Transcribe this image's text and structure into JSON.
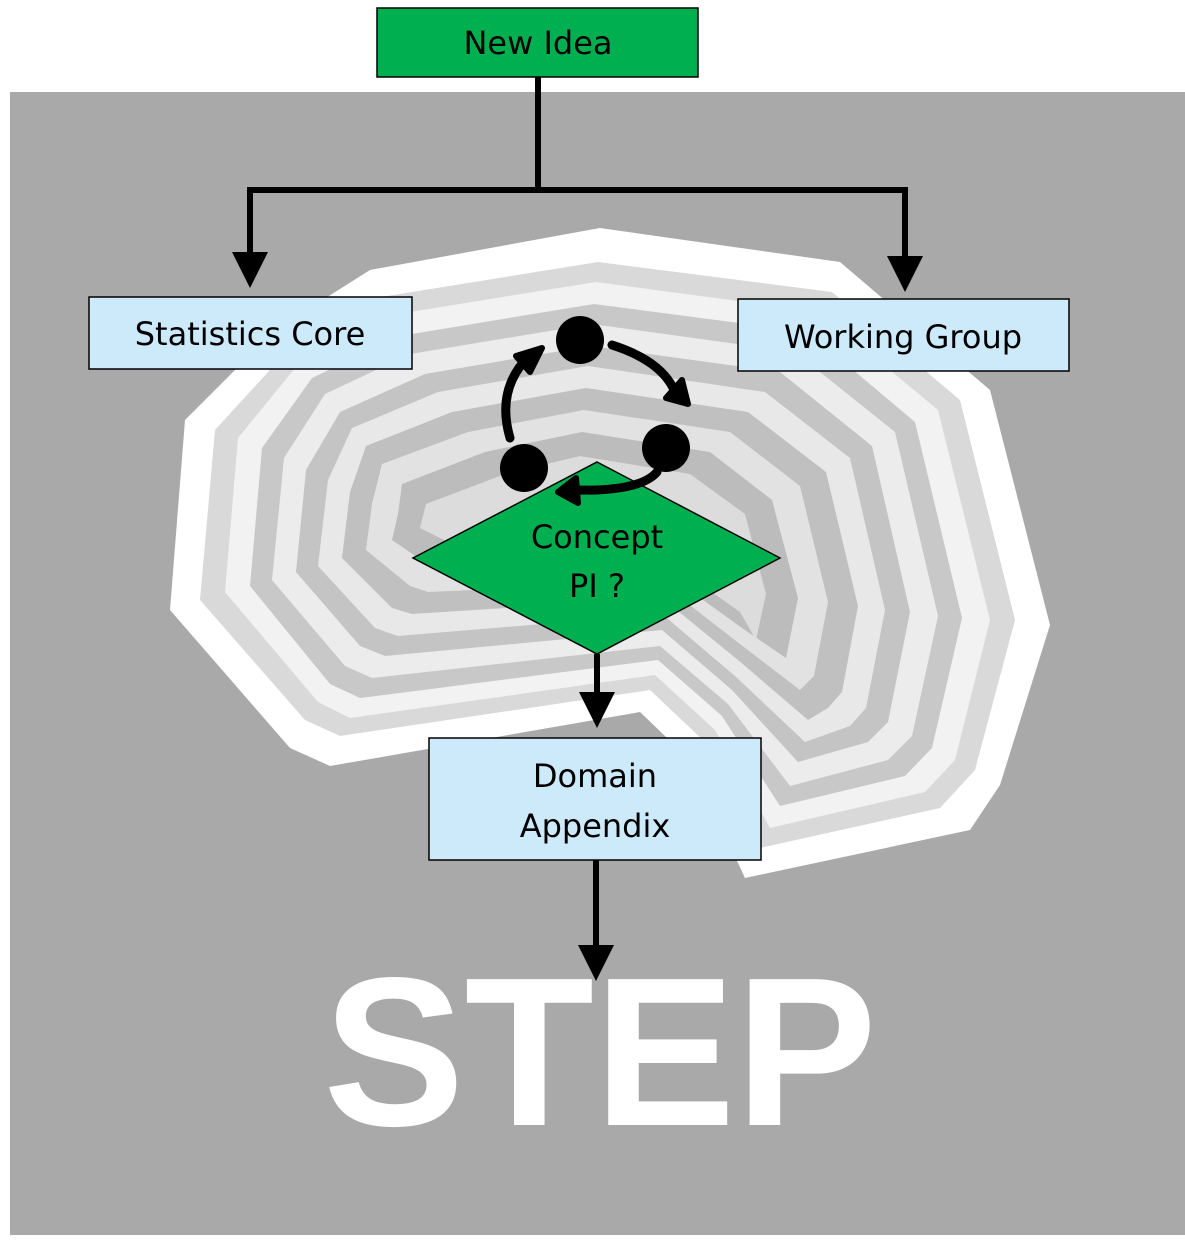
{
  "nodes": {
    "new_idea": {
      "label": "New Idea",
      "fill": "#00b050"
    },
    "statistics_core": {
      "label": "Statistics Core",
      "fill": "#cdeafb"
    },
    "working_group": {
      "label": "Working Group",
      "fill": "#cdeafb"
    },
    "concept_pi": {
      "line1": "Concept",
      "line2": "PI ?",
      "fill": "#00b050"
    },
    "domain_appendix": {
      "line1": "Domain",
      "line2": "Appendix",
      "fill": "#cdeafb"
    }
  },
  "logo": {
    "text": "STEP"
  },
  "colors": {
    "background": "#a9a9a9",
    "logo_rings_light": "#f2f2f2",
    "logo_rings_white": "#ffffff",
    "arrows": "#000000"
  },
  "icons": {
    "cycle": "refresh-cycle-icon"
  }
}
